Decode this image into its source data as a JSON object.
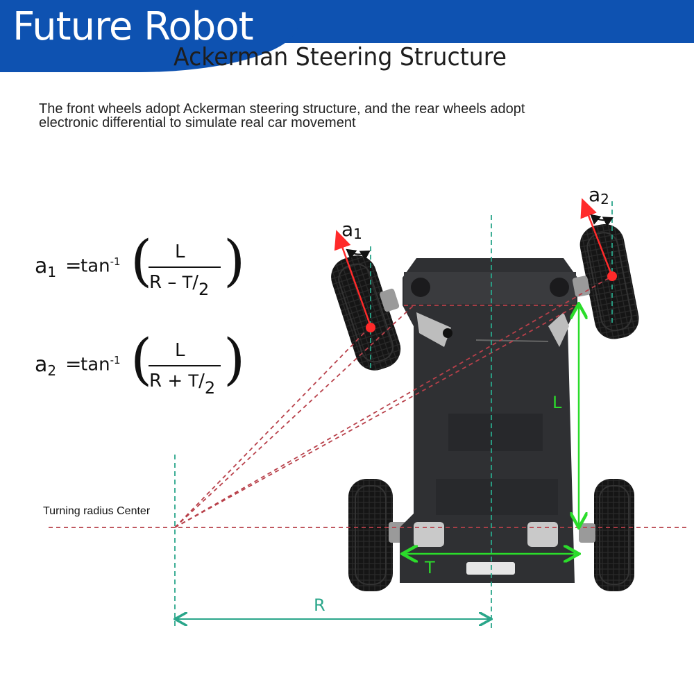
{
  "header": {
    "brand": "Future Robot",
    "title": "Ackerman Steering Structure"
  },
  "intro": {
    "line1": "The front wheels adopt Ackerman steering structure, and the rear wheels adopt",
    "line2": "electronic differential to simulate real car movement"
  },
  "formulas": [
    {
      "lhs": "a",
      "sub": "1",
      "eq": "=",
      "fn": "tan",
      "exp": "-1",
      "numerator": "L",
      "den_a": "R",
      "op": "–",
      "den_t": "T",
      "den_d": "2"
    },
    {
      "lhs": "a",
      "sub": "2",
      "eq": "=",
      "fn": "tan",
      "exp": "-1",
      "numerator": "L",
      "den_a": "R",
      "op": "+",
      "den_t": "T",
      "den_d": "2"
    }
  ],
  "diagram": {
    "angle_left": "a1",
    "angle_right": "a2",
    "wheelbase_label": "L",
    "track_label": "T",
    "radius_label": "R",
    "turning_center_label": "Turning radius Center"
  },
  "colors": {
    "banner": "#0e52b1",
    "dimension_green": "#2bdc2b",
    "guide_teal": "#2aa68a",
    "ray_red": "#b8404a",
    "pivot_red": "#ff2a2a",
    "chassis": "#2f3033"
  }
}
